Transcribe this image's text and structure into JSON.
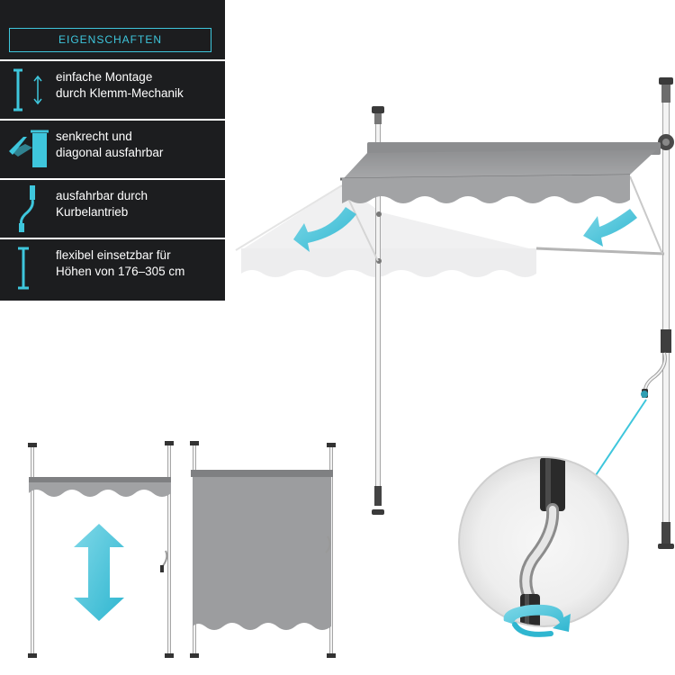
{
  "panel": {
    "title": "EIGENSCHAFTEN",
    "features": [
      {
        "icon": "clamp-mechanism-icon",
        "line1": "einfache Montage",
        "line2": "durch Klemm-Mechanik"
      },
      {
        "icon": "awning-angle-icon",
        "line1": "senkrecht und",
        "line2": "diagonal ausfahrbar"
      },
      {
        "icon": "crank-handle-icon",
        "line1": "ausfahrbar durch",
        "line2": "Kurbelantrieb"
      },
      {
        "icon": "height-adjust-icon",
        "line1": "flexibel einsetzbar für",
        "line2": "Höhen von 176–305 cm"
      }
    ]
  },
  "colors": {
    "panel_bg": "#1c1d1f",
    "accent": "#3ec6dc",
    "fabric": "#9a9b9d",
    "fabric_light": "#e6e7e8",
    "pole": "#f2f2f2",
    "pole_stroke": "#a8a8a8"
  }
}
